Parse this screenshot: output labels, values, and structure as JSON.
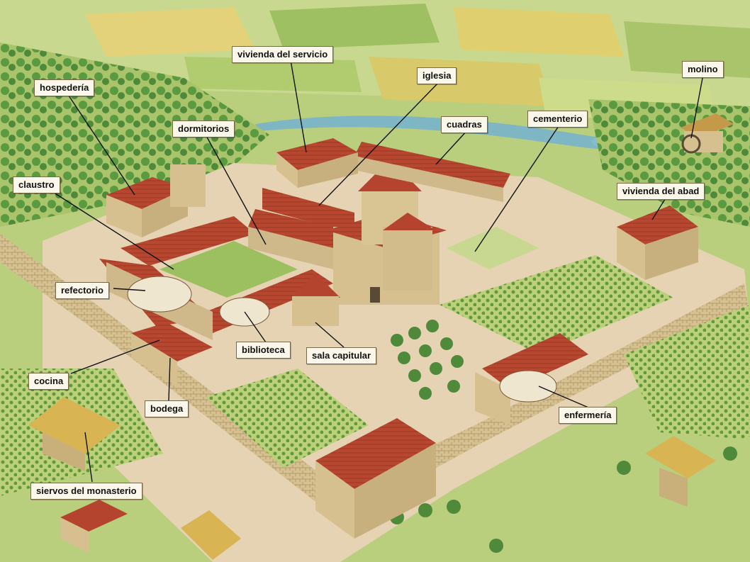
{
  "labels": {
    "hospederia": "hospedería",
    "vivienda_servicio": "vivienda del servicio",
    "iglesia": "iglesia",
    "molino": "molino",
    "dormitorios": "dormitorios",
    "cuadras": "cuadras",
    "cementerio": "cementerio",
    "claustro": "claustro",
    "vivienda_abad": "vivienda del abad",
    "refectorio": "refectorio",
    "biblioteca": "biblioteca",
    "sala_capitular": "sala capitular",
    "cocina": "cocina",
    "bodega": "bodega",
    "enfermeria": "enfermería",
    "siervos": "siervos del monasterio"
  },
  "colors": {
    "roof": "#b5442e",
    "stone": "#cfb98a",
    "field": "#a9c46a",
    "tree": "#4e8a3a",
    "ground": "#e6d3b3"
  }
}
